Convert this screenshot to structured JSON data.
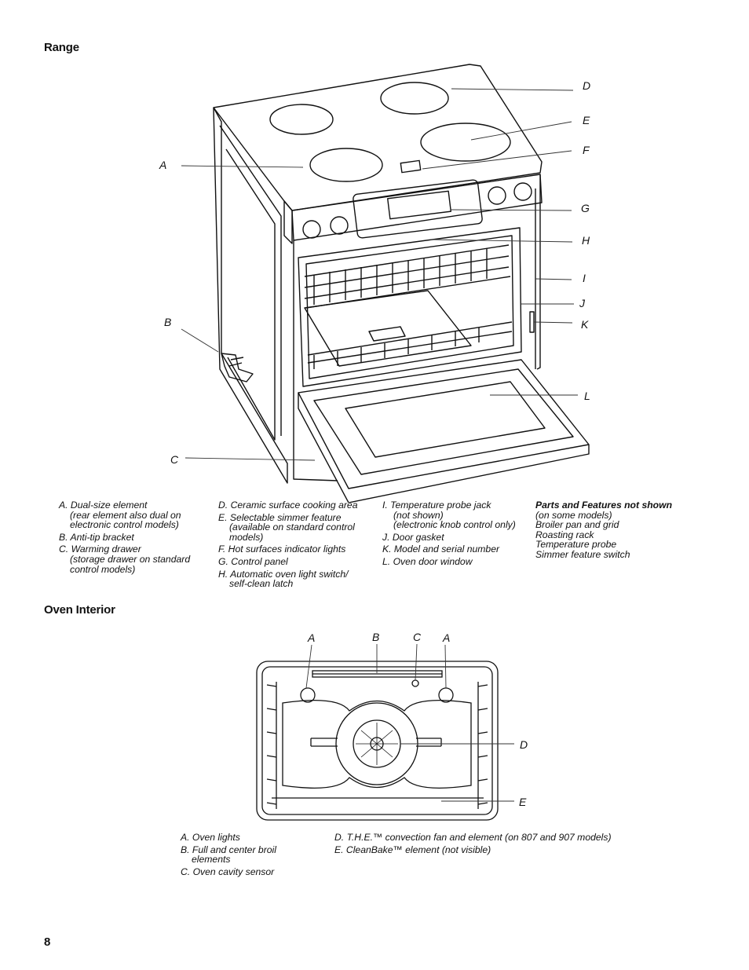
{
  "range": {
    "title": "Range",
    "callouts": [
      "A",
      "B",
      "C",
      "D",
      "E",
      "F",
      "G",
      "H",
      "I",
      "J",
      "K",
      "L"
    ],
    "legend_col1": [
      {
        "key": "A.",
        "text": "Dual-size element",
        "cont": [
          "(rear element also dual on",
          "electronic control models)"
        ]
      },
      {
        "key": "B.",
        "text": "Anti-tip bracket",
        "cont": []
      },
      {
        "key": "C.",
        "text": "Warming drawer",
        "cont": [
          "(storage drawer on standard",
          "control models)"
        ]
      }
    ],
    "legend_col2": [
      {
        "key": "D.",
        "text": "Ceramic surface cooking area",
        "cont": []
      },
      {
        "key": "E.",
        "text": "Selectable simmer feature",
        "cont": [
          "(available on standard control",
          "models)"
        ]
      },
      {
        "key": "F.",
        "text": "Hot surfaces indicator lights",
        "cont": []
      },
      {
        "key": "G.",
        "text": "Control panel",
        "cont": []
      },
      {
        "key": "H.",
        "text": "Automatic oven light switch/",
        "cont": [
          "self-clean latch"
        ]
      }
    ],
    "legend_col3": [
      {
        "key": "I.",
        "text": "Temperature probe jack",
        "cont": [
          "(not shown)",
          "(electronic knob control only)"
        ]
      },
      {
        "key": "J.",
        "text": "Door gasket",
        "cont": []
      },
      {
        "key": "K.",
        "text": "Model and serial number",
        "cont": []
      },
      {
        "key": "L.",
        "text": "Oven door window",
        "cont": []
      }
    ],
    "not_shown": {
      "title": "Parts and Features not shown",
      "subtitle": "(on some models)",
      "items": [
        "Broiler pan and grid",
        "Roasting rack",
        "Temperature probe",
        "Simmer feature switch"
      ]
    }
  },
  "oven_interior": {
    "title": "Oven Interior",
    "callouts": [
      "A",
      "B",
      "C",
      "A",
      "D",
      "E"
    ],
    "legend_col1": [
      {
        "key": "A.",
        "text": "Oven lights",
        "cont": []
      },
      {
        "key": "B.",
        "text": "Full and center broil",
        "cont": [
          "elements"
        ]
      },
      {
        "key": "C.",
        "text": "Oven cavity sensor",
        "cont": []
      }
    ],
    "legend_col2": [
      {
        "key": "D.",
        "text": "T.H.E.™ convection fan and element (on 807 and 907 models)",
        "cont": []
      },
      {
        "key": "E.",
        "text": "CleanBake™ element (not visible)",
        "cont": []
      }
    ]
  },
  "page_number": "8"
}
